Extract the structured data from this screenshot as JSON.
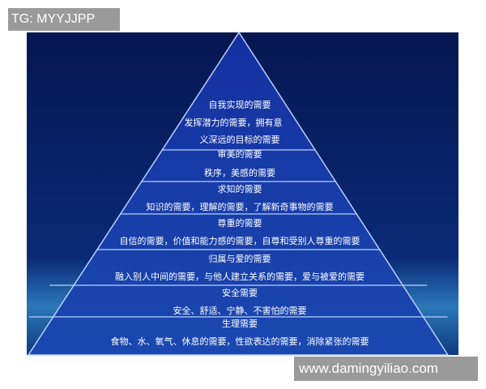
{
  "watermarks": {
    "top_left": "TG: MYYJJPP",
    "bottom_right": "www.damingyiliao.com"
  },
  "colors": {
    "background_top": "#071a55",
    "background_bottom": "#1d5fa8",
    "pyramid_fill": "#1a3ca8",
    "divider": "#b8d0ff"
  },
  "pyramid": {
    "levels": [
      {
        "lines": [
          "自我实现的需要",
          "发挥潜力的需要，拥有意",
          "义深远的目标的需要"
        ]
      },
      {
        "lines": [
          "审美的需要",
          "秩序，美感的需要"
        ]
      },
      {
        "lines": [
          "求知的需要",
          "知识的需要，理解的需要，了解新奇事物的需要"
        ]
      },
      {
        "lines": [
          "尊重的需要",
          "自信的需要，价值和能力感的需要，自尊和受别人尊重的需要"
        ]
      },
      {
        "lines": [
          "归属与爱的需要",
          "融入别人中间的需要，与他人建立关系的需要，爱与被爱的需要"
        ]
      },
      {
        "lines": [
          "安全需要",
          "安全、舒适、宁静、不害怕的需要"
        ]
      },
      {
        "lines": [
          "生理需要",
          "食物、水、氧气、休息的需要，性欲表达的需要，消除紧张的需要"
        ]
      }
    ]
  }
}
